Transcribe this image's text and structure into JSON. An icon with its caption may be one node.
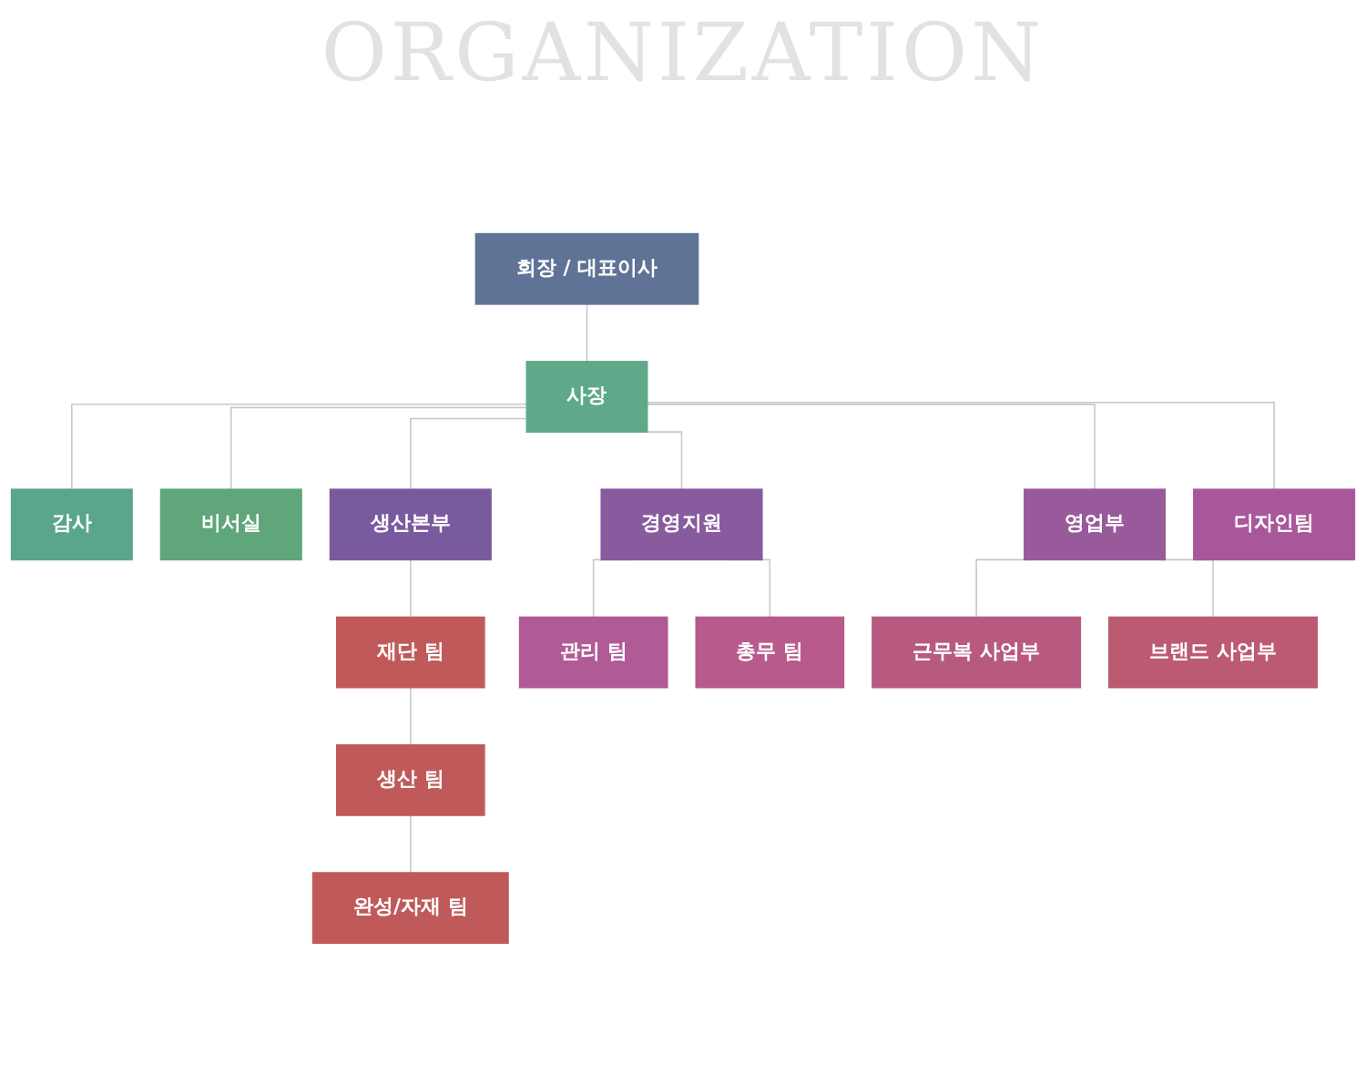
{
  "diagram": {
    "title": "ORGANIZATION",
    "nodes": [
      {
        "text": [
          "회장 / 대표이사"
        ]
      },
      {
        "text": [
          "감사"
        ]
      },
      {
        "text": [
          "사장"
        ]
      },
      {
        "text": [
          "비서실"
        ]
      },
      {
        "text": [
          "생산본부"
        ]
      },
      {
        "text": [
          "경영지원"
        ]
      },
      {
        "text": [
          "영업부"
        ]
      },
      {
        "text": [
          "디자인팀"
        ]
      },
      {
        "text": [
          "재단 팀"
        ]
      },
      {
        "text": [
          "생산 팀"
        ]
      },
      {
        "text": [
          "완성/자재 팀"
        ]
      },
      {
        "text": [
          "관리 팀"
        ]
      },
      {
        "text": [
          "총무 팀"
        ]
      },
      {
        "text": [
          "근무복 사업부"
        ]
      },
      {
        "text": [
          "브랜드 사업부"
        ]
      }
    ],
    "edges": [
      {
        "from": 0,
        "to": 2,
        "arrow": "none"
      },
      {
        "from": 2,
        "to": 1,
        "arrow": "none"
      },
      {
        "from": 2,
        "to": 3,
        "arrow": "none"
      },
      {
        "from": 2,
        "to": 4,
        "arrow": "none"
      },
      {
        "from": 2,
        "to": 5,
        "arrow": "none"
      },
      {
        "from": 2,
        "to": 6,
        "arrow": "none"
      },
      {
        "from": 2,
        "to": 7,
        "arrow": "none"
      },
      {
        "from": 4,
        "to": 8,
        "arrow": "none"
      },
      {
        "from": 8,
        "to": 9,
        "arrow": "none"
      },
      {
        "from": 9,
        "to": 10,
        "arrow": "none"
      },
      {
        "from": 5,
        "to": 11,
        "arrow": "none"
      },
      {
        "from": 5,
        "to": 12,
        "arrow": "none"
      },
      {
        "from": 6,
        "to": 13,
        "arrow": "none"
      },
      {
        "from": 6,
        "to": 14,
        "arrow": "none"
      }
    ]
  }
}
